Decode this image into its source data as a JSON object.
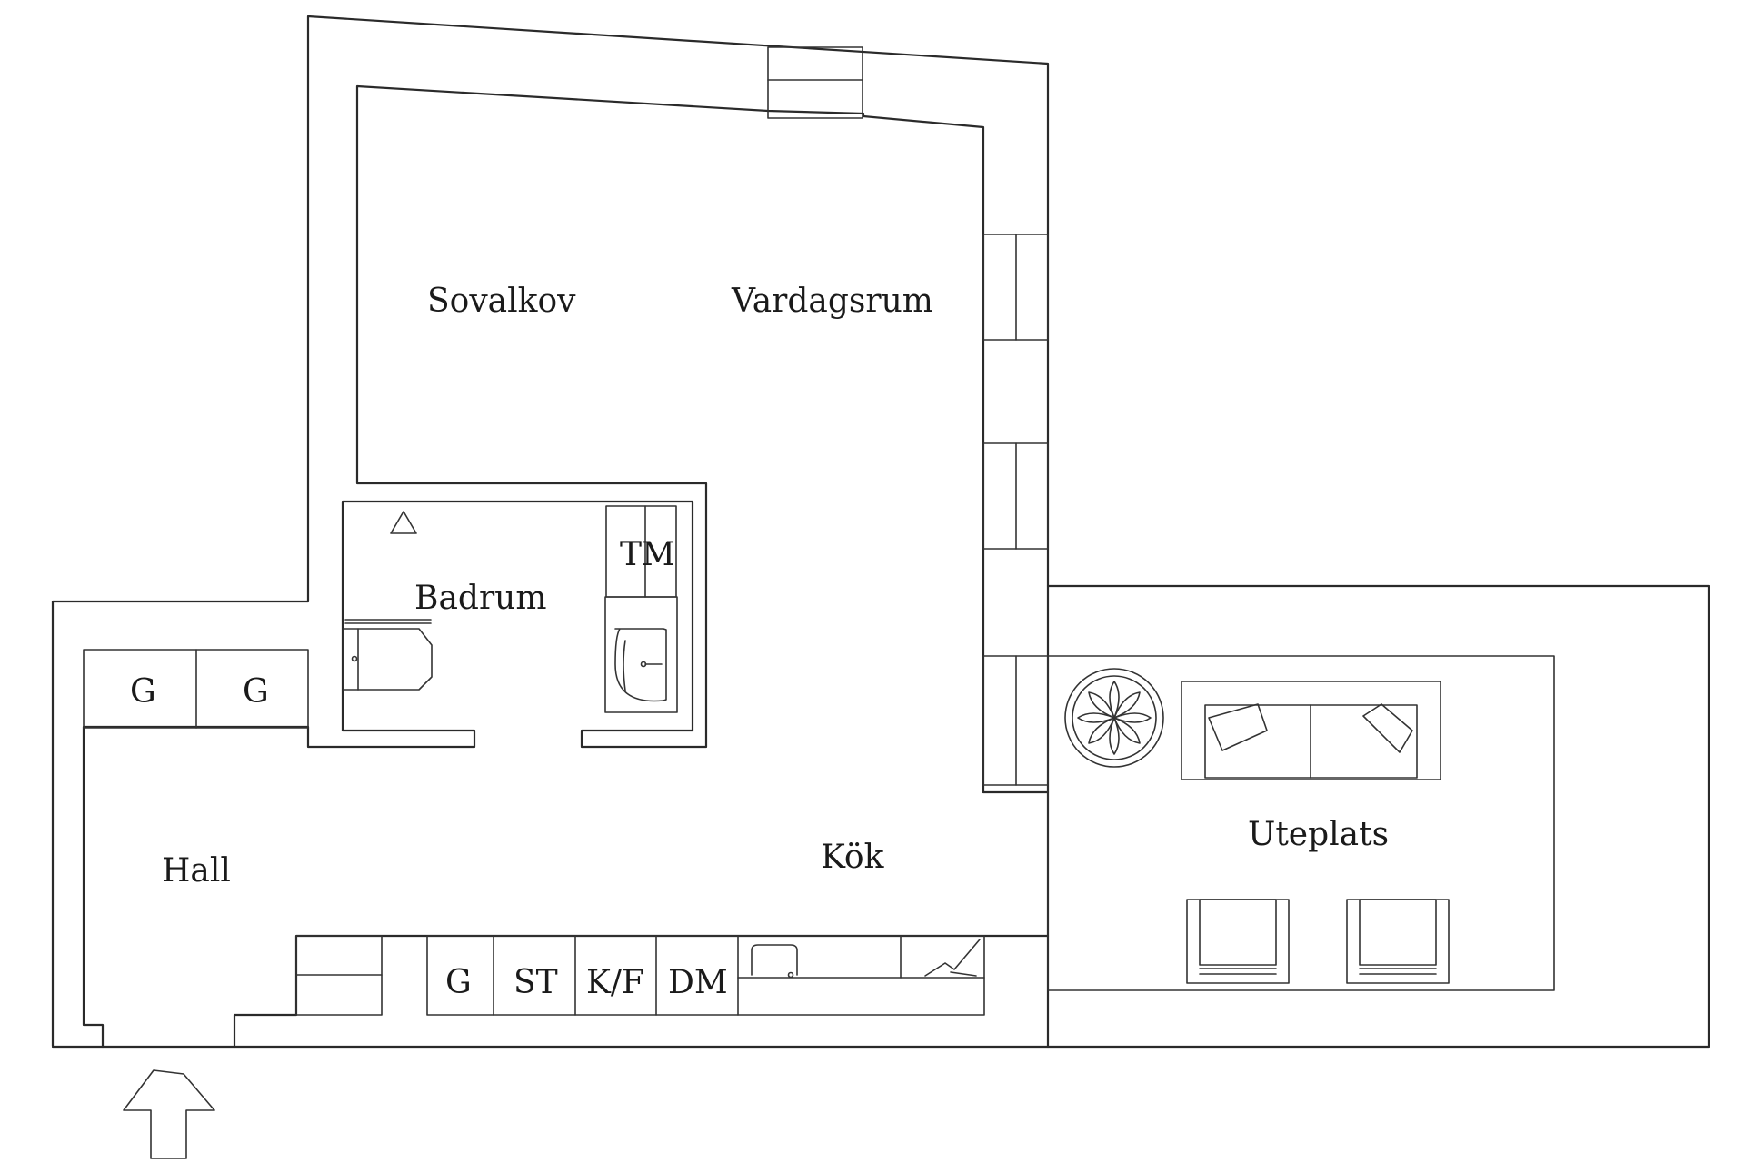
{
  "rooms": {
    "sovalkov": "Sovalkov",
    "vardagsrum": "Vardagsrum",
    "badrum": "Badrum",
    "hall": "Hall",
    "kok": "Kök",
    "uteplats": "Uteplats"
  },
  "fixtures": {
    "tm": "TM",
    "wardrobe_1": "G",
    "wardrobe_2": "G",
    "kitchen_g": "G",
    "st": "ST",
    "kf": "K/F",
    "dm": "DM"
  },
  "colors": {
    "line": "#2a2a2a",
    "background": "#ffffff"
  },
  "icons": {
    "entrance": "up-arrow-icon",
    "rug": "flower-rug-icon"
  }
}
